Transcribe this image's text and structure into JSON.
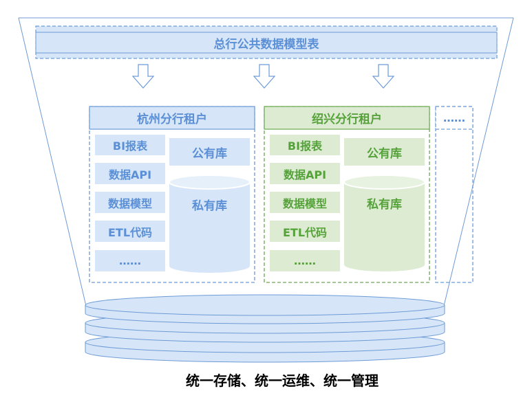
{
  "top_bar": {
    "label": "总行公共数据模型表"
  },
  "tenants": [
    {
      "header": "杭州分行租户",
      "items": [
        "BI报表",
        "数据API",
        "数据模型",
        "ETL代码",
        "……"
      ],
      "public_db": "公有库",
      "private_db": "私有库"
    },
    {
      "header": "绍兴分行租户",
      "items": [
        "BI报表",
        "数据API",
        "数据模型",
        "ETL代码",
        "……"
      ],
      "public_db": "公有库",
      "private_db": "私有库"
    }
  ],
  "more_tenant": {
    "label": "……"
  },
  "caption": "统一存储、统一运维、统一管理",
  "colors": {
    "blue_fill": "#d6e6f8",
    "blue_stroke": "#6c9ad6",
    "blue_text": "#5b8fd6",
    "green_fill": "#dcebd2",
    "green_stroke": "#6aa84f",
    "green_text": "#56a23a"
  }
}
